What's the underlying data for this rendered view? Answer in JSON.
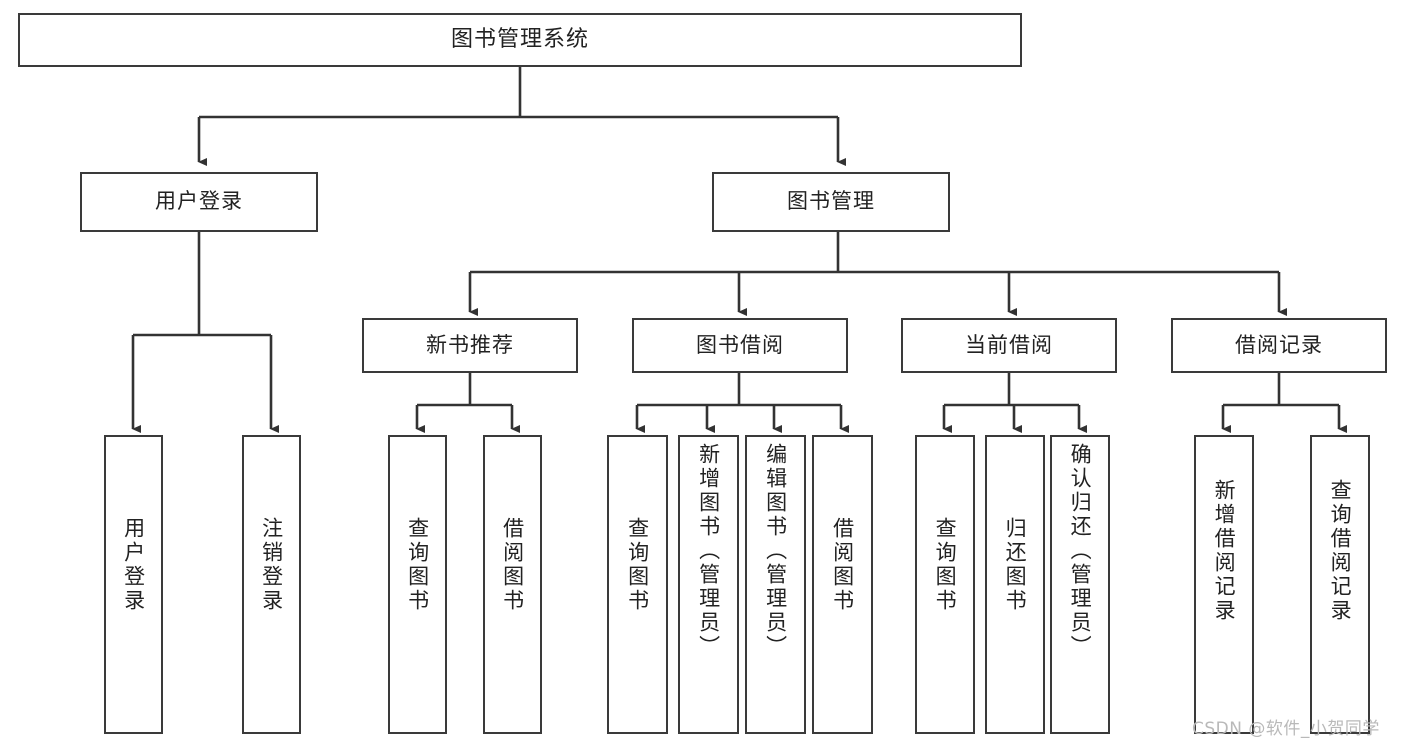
{
  "diagram": {
    "type": "hierarchy-tree",
    "title": "图书管理系统",
    "orientation": "top-down",
    "colors": {
      "box_border": "#3a3a3a",
      "box_fill": "#ffffff",
      "connector": "#333333",
      "text": "#222222",
      "watermark": "#b9b9b9"
    },
    "root": {
      "label": "图书管理系统"
    },
    "level2": [
      {
        "id": "user-login",
        "label": "用户登录"
      },
      {
        "id": "book-management",
        "label": "图书管理"
      }
    ],
    "level3": [
      {
        "id": "new-book-recommend",
        "label": "新书推荐",
        "parent": "book-management"
      },
      {
        "id": "book-borrow",
        "label": "图书借阅",
        "parent": "book-management"
      },
      {
        "id": "current-borrow",
        "label": "当前借阅",
        "parent": "book-management"
      },
      {
        "id": "borrow-record",
        "label": "借阅记录",
        "parent": "book-management"
      }
    ],
    "leaves": {
      "user_login": [
        {
          "id": "leaf-user-login",
          "label": "用户登录"
        },
        {
          "id": "leaf-logout",
          "label": "注销登录"
        }
      ],
      "new_book_recommend": [
        {
          "id": "leaf-query-book-1",
          "label": "查询图书"
        },
        {
          "id": "leaf-borrow-book-1",
          "label": "借阅图书"
        }
      ],
      "book_borrow": [
        {
          "id": "leaf-query-book-2",
          "label": "查询图书"
        },
        {
          "id": "leaf-add-book",
          "label": "新增图书（管理员）"
        },
        {
          "id": "leaf-edit-book",
          "label": "编辑图书（管理员）"
        },
        {
          "id": "leaf-borrow-book-2",
          "label": "借阅图书"
        }
      ],
      "current_borrow": [
        {
          "id": "leaf-query-book-3",
          "label": "查询图书"
        },
        {
          "id": "leaf-return-book",
          "label": "归还图书"
        },
        {
          "id": "leaf-confirm-return",
          "label": "确认归还（管理员）"
        }
      ],
      "borrow_record": [
        {
          "id": "leaf-add-record",
          "label": "新增借阅记录"
        },
        {
          "id": "leaf-query-record",
          "label": "查询借阅记录"
        }
      ]
    }
  },
  "watermark": {
    "text": "CSDN @软件_小贺同学"
  }
}
